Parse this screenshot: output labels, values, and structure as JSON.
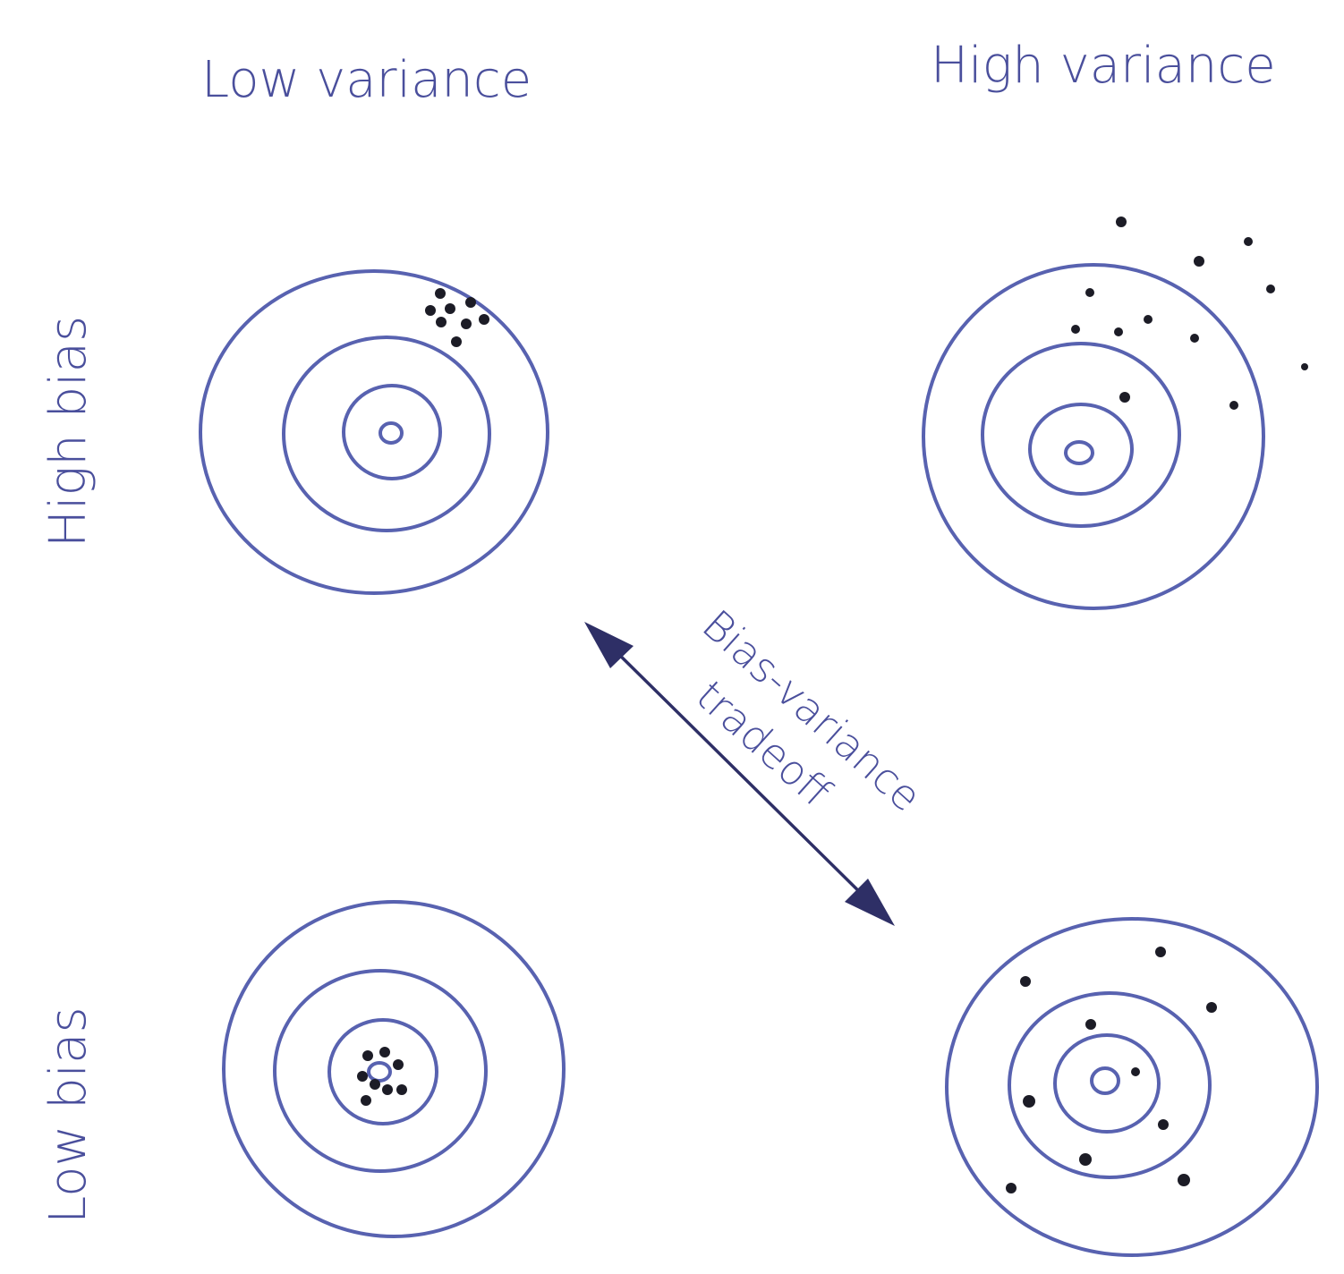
{
  "labels": {
    "low_variance": "Low variance",
    "high_variance": "High variance",
    "high_bias": "High bias",
    "low_bias": "Low bias",
    "tradeoff_line1": "Bias-variance",
    "tradeoff_line2": "tradeoff"
  },
  "colors": {
    "ink": "#4a4f9c",
    "ring": "#5862b0",
    "dot": "#1c1c26",
    "arrow": "#2e2f66"
  },
  "targets": [
    {
      "id": "high-bias-low-variance",
      "ring_count": 4
    },
    {
      "id": "high-bias-high-variance",
      "ring_count": 4
    },
    {
      "id": "low-bias-low-variance",
      "ring_count": 4
    },
    {
      "id": "low-bias-high-variance",
      "ring_count": 4
    }
  ]
}
